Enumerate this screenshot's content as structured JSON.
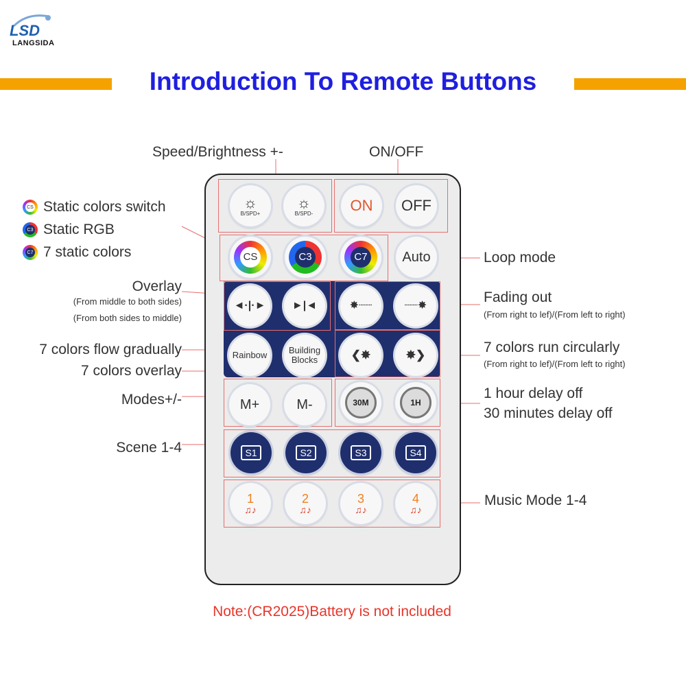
{
  "brand": {
    "logo_mark": "LSD",
    "name": "LANGSIDA"
  },
  "title": "Introduction To Remote Buttons",
  "colors": {
    "title": "#1f1fe0",
    "accent_bar": "#f5a100",
    "note": "#e8352a",
    "panel": "#1f2f6e",
    "callout_line": "#e86d6d"
  },
  "labels": {
    "speed": "Speed/Brightness +-",
    "onoff": "ON/OFF",
    "static_switch": "Static colors switch",
    "static_rgb": "Static RGB",
    "static_7": "7 static colors",
    "loop": "Loop mode",
    "overlay": "Overlay",
    "overlay_sub1": "(From middle to both sides)",
    "overlay_sub2": "(From both sides to middle)",
    "fading": "Fading out",
    "fading_sub": "(From right to lef)/(From left to right)",
    "flow": "7 colors flow gradually",
    "overlay7": "7 colors overlay",
    "run": "7 colors run circularly",
    "run_sub": "(From right to lef)/(From left to right)",
    "modes": "Modes+/-",
    "delay1h": "1 hour delay off",
    "delay30": "30 minutes delay off",
    "scene": "Scene 1-4",
    "music": "Music Mode 1-4"
  },
  "icons": {
    "cs": "CS",
    "c3": "C3",
    "c7": "C7"
  },
  "buttons": {
    "bspd_plus": "B/SPD+",
    "bspd_minus": "B/SPD-",
    "on": "ON",
    "off": "OFF",
    "cs": "CS",
    "c3": "C3",
    "c7": "C7",
    "auto": "Auto",
    "rainbow": "Rainbow",
    "building": "Building Blocks",
    "m_plus": "M+",
    "m_minus": "M-",
    "t30": "30M",
    "t1h": "1H",
    "s1": "S1",
    "s2": "S2",
    "s3": "S3",
    "s4": "S4",
    "mu1": "1",
    "mu2": "2",
    "mu3": "3",
    "mu4": "4"
  },
  "note": "Note:(CR2025)Battery is not included"
}
